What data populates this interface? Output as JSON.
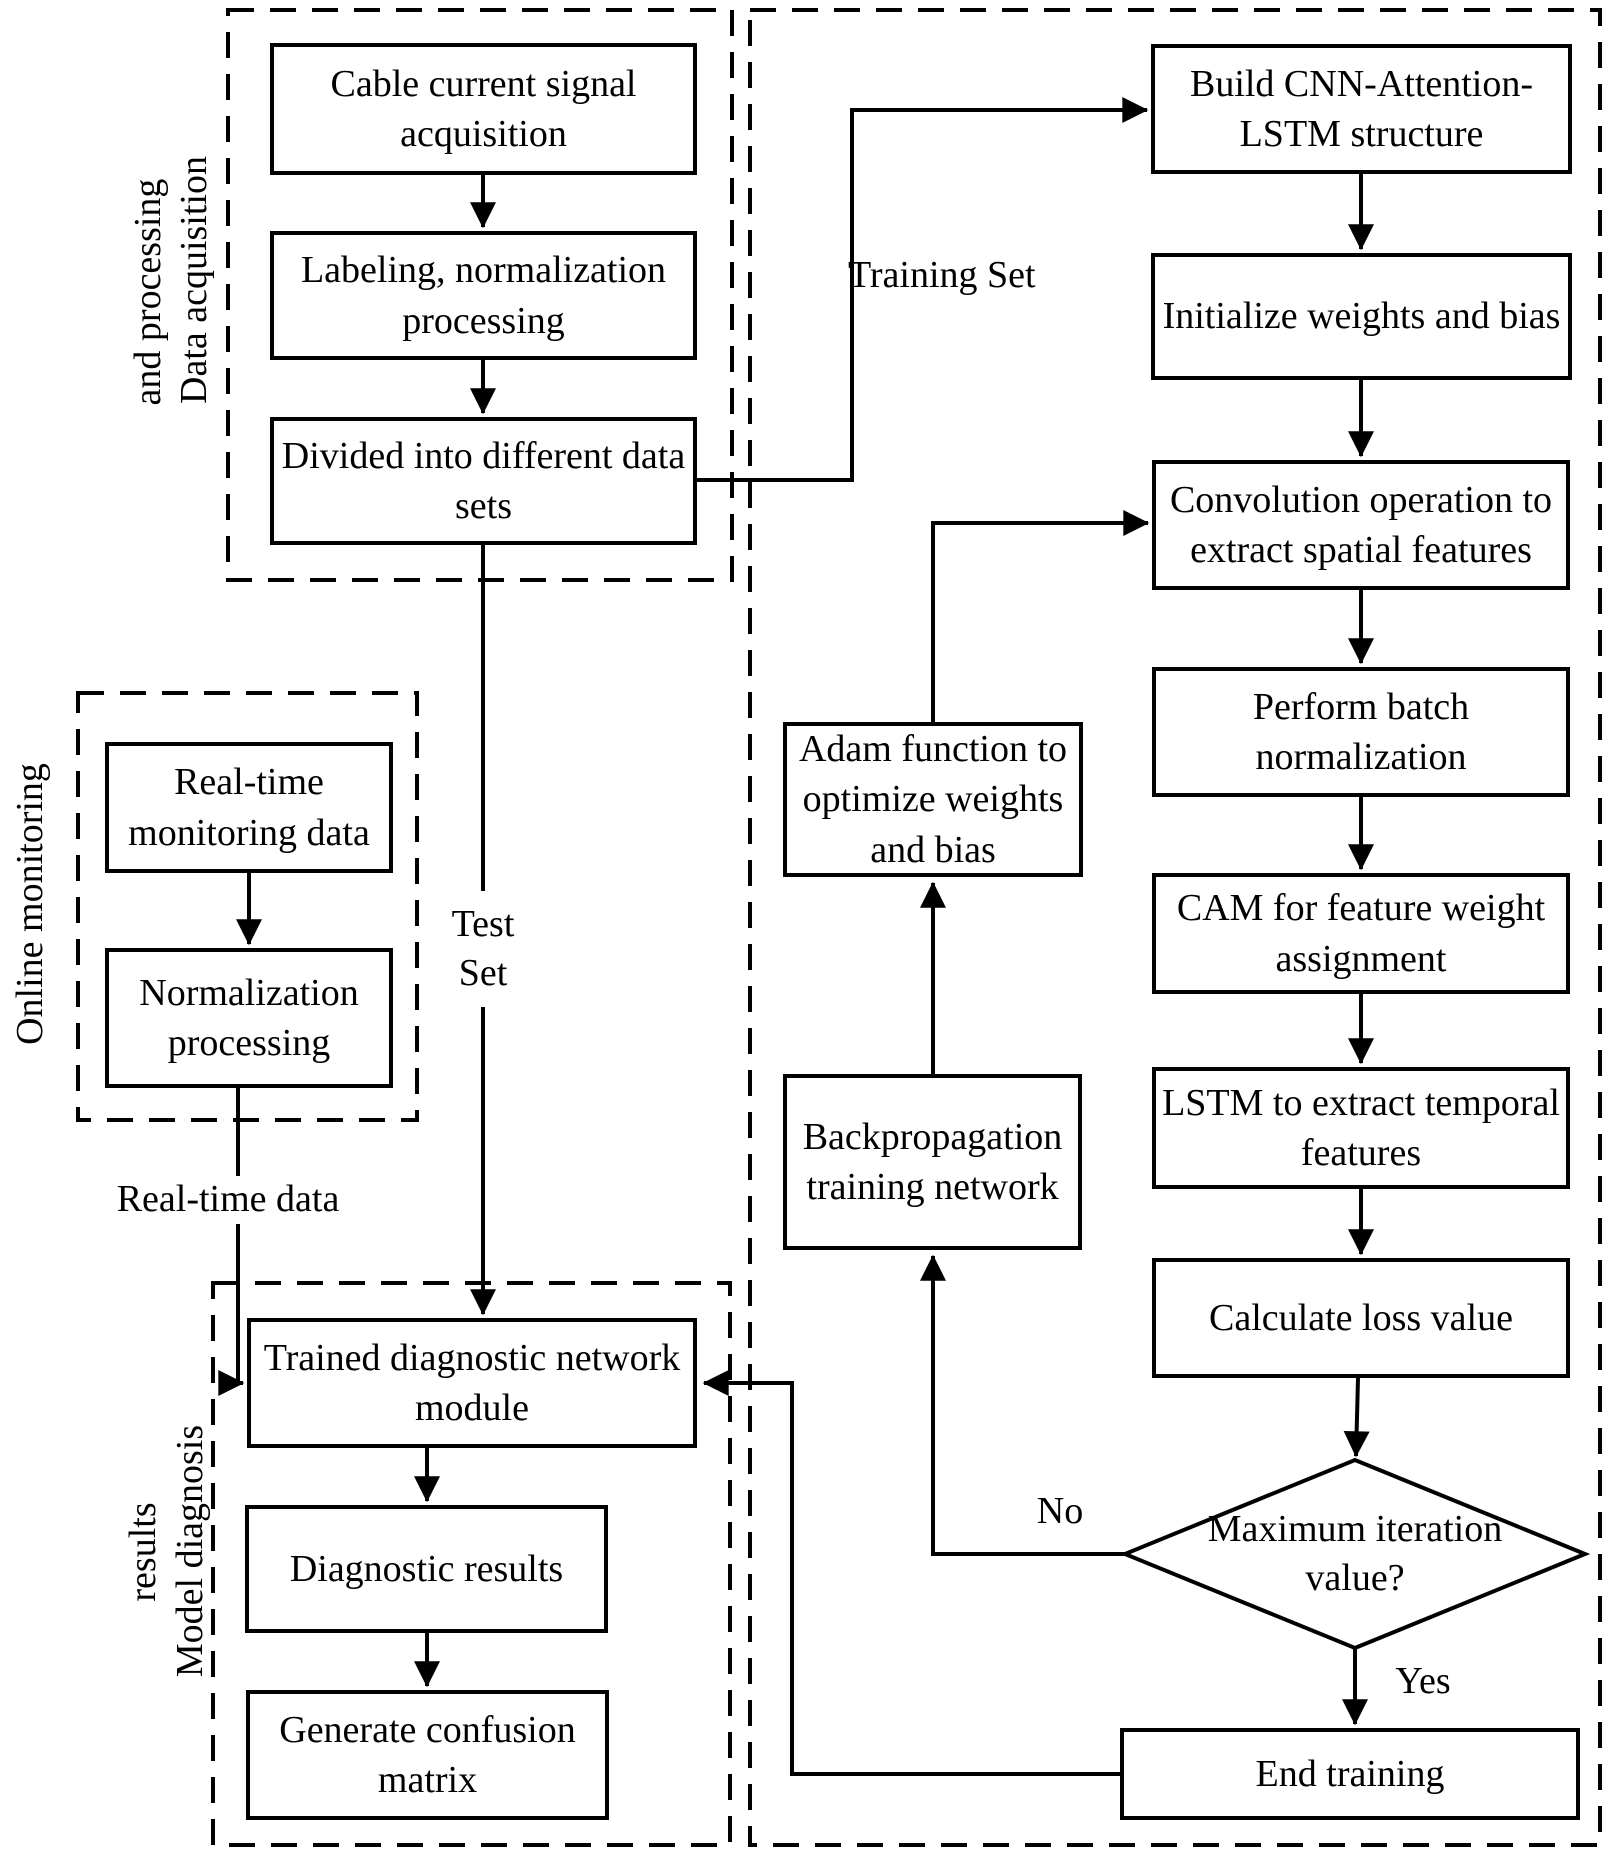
{
  "figure": {
    "background": "#ffffff",
    "stroke_color": "#000000",
    "text_color": "#000000"
  },
  "groups": {
    "data_acquisition": {
      "label_line1": "Data acquisition",
      "label_line2": "and processing"
    },
    "online_monitoring": {
      "label": "Online monitoring"
    },
    "model_diagnosis": {
      "label_line1": "Model diagnosis",
      "label_line2": "results"
    }
  },
  "nodes": {
    "cable": {
      "label": "Cable current signal acquisition"
    },
    "labeling": {
      "label": "Labeling, normalization processing"
    },
    "divided": {
      "label": "Divided into different data sets"
    },
    "realtime": {
      "label": "Real-time monitoring data"
    },
    "normalization": {
      "label": "Normalization processing"
    },
    "trained": {
      "label": "Trained diagnostic network module"
    },
    "diagnostic": {
      "label": "Diagnostic results"
    },
    "confusion": {
      "label": "Generate confusion matrix"
    },
    "build": {
      "label": "Build CNN-Attention-LSTM structure"
    },
    "initialize": {
      "label": "Initialize weights and bias"
    },
    "convolution": {
      "label": "Convolution operation to extract spatial features"
    },
    "batchnorm": {
      "label": "Perform batch normalization"
    },
    "cam": {
      "label": "CAM for feature weight assignment"
    },
    "lstm": {
      "label": "LSTM to extract temporal features"
    },
    "loss": {
      "label": "Calculate loss value"
    },
    "decision": {
      "label": "Maximum iteration value?"
    },
    "end": {
      "label": "End training"
    },
    "adam": {
      "label": "Adam function to optimize weights and bias"
    },
    "backprop": {
      "label": "Backpropagation training network"
    }
  },
  "edge_labels": {
    "training_set": "Training Set",
    "test_set": "Test\nSet",
    "realtime_data": "Real-time data",
    "no": "No",
    "yes": "Yes"
  }
}
